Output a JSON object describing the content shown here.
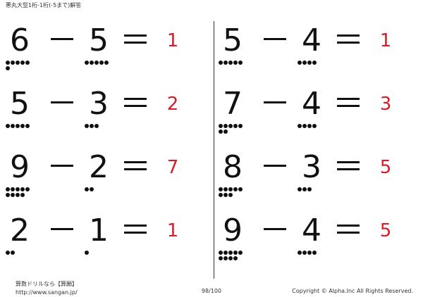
{
  "header": {
    "title": "悪丸大型1桁-1桁(-5まで)解答"
  },
  "columns": [
    {
      "rows": [
        {
          "a": "6",
          "op": "－",
          "b": "5",
          "eq": "＝",
          "answer": "1",
          "a_dots": 6,
          "b_dots": 5
        },
        {
          "a": "5",
          "op": "－",
          "b": "3",
          "eq": "＝",
          "answer": "2",
          "a_dots": 5,
          "b_dots": 3
        },
        {
          "a": "9",
          "op": "－",
          "b": "2",
          "eq": "＝",
          "answer": "7",
          "a_dots": 9,
          "b_dots": 2
        },
        {
          "a": "2",
          "op": "－",
          "b": "1",
          "eq": "＝",
          "answer": "1",
          "a_dots": 2,
          "b_dots": 1
        }
      ]
    },
    {
      "rows": [
        {
          "a": "5",
          "op": "－",
          "b": "4",
          "eq": "＝",
          "answer": "1",
          "a_dots": 5,
          "b_dots": 4
        },
        {
          "a": "7",
          "op": "－",
          "b": "4",
          "eq": "＝",
          "answer": "3",
          "a_dots": 7,
          "b_dots": 4
        },
        {
          "a": "8",
          "op": "－",
          "b": "3",
          "eq": "＝",
          "answer": "5",
          "a_dots": 8,
          "b_dots": 3
        },
        {
          "a": "9",
          "op": "－",
          "b": "4",
          "eq": "＝",
          "answer": "5",
          "a_dots": 9,
          "b_dots": 4
        }
      ]
    }
  ],
  "footer": {
    "site_name": "算数ドリルなら【算願】",
    "url": "http://www.sangan.jp/",
    "page": "98/100",
    "copyright": "Copyright © Alpha.Inc All Rights Reserved."
  },
  "colors": {
    "answer": "#d21f2b",
    "text": "#111111"
  }
}
